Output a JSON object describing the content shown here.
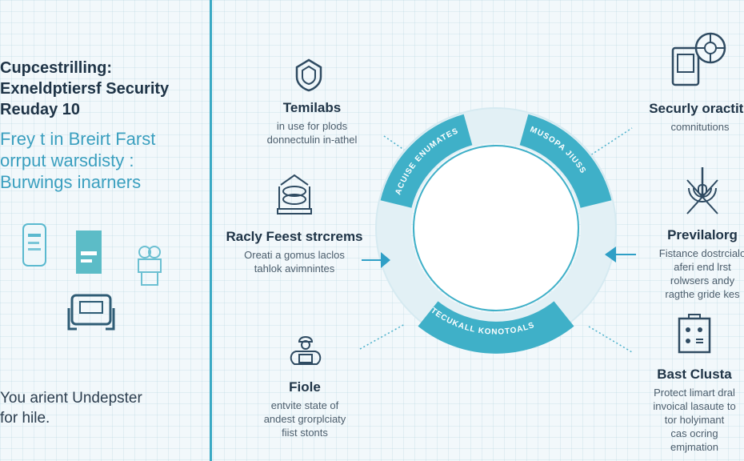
{
  "left_panel": {
    "title_lines": [
      "Cupcestrilling:",
      "Exneldptiersf Security",
      "Reuday 10"
    ],
    "subtitle_lines": [
      "Frey t in Breirt Farst",
      "orrput warsdisty :",
      "Burwings inarners"
    ],
    "footer_lines": [
      "You arient Undepster",
      "for hile."
    ]
  },
  "ring": {
    "segments": [
      "ACUISE ENUMATES",
      "MUSOPA JIUSS",
      "TECUKALL KONOTOALS"
    ],
    "accent": "#3fb0c8"
  },
  "items": [
    {
      "title": "Temilabs",
      "desc": [
        "in use for plods",
        "donnectulin in-athel"
      ]
    },
    {
      "title": "Racly Feest strcrems",
      "desc": [
        "Oreati a gomus laclos",
        "tahlok avimnintes"
      ]
    },
    {
      "title": "Fiole",
      "desc": [
        "entvite state of",
        "andest grorplciaty",
        "fiist stonts"
      ]
    },
    {
      "title": "Securly oractits",
      "desc": [
        "comnitutions"
      ]
    },
    {
      "title": "Previlalorg",
      "desc": [
        "Fistance dostrcialo",
        "aferi end lrst",
        "rolwsers andy",
        "ragthe gride kes"
      ]
    },
    {
      "title": "Bast Clusta",
      "desc": [
        "Protect limart dral",
        "invoical lasaute to",
        "tor holyimant",
        "cas ocring",
        "emjmation"
      ]
    }
  ]
}
